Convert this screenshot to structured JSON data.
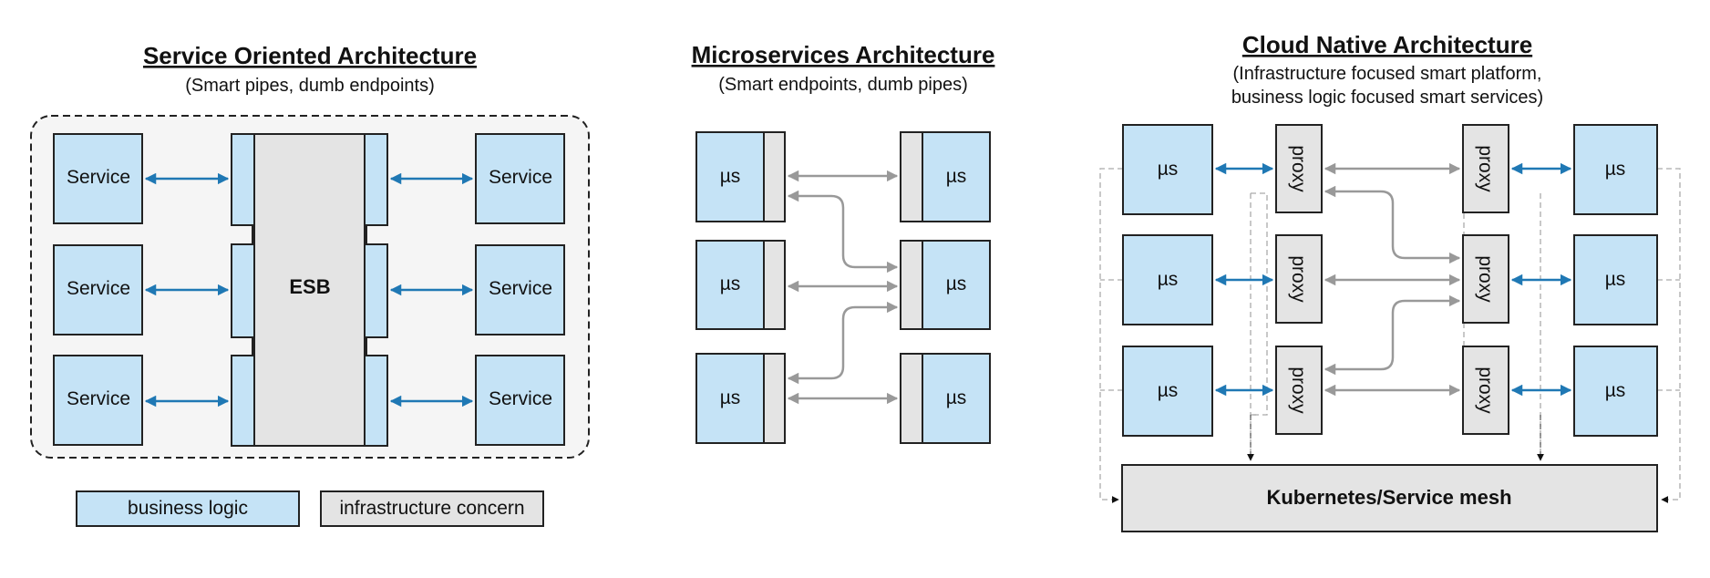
{
  "soa": {
    "title": "Service Oriented Architecture",
    "subtitle": "(Smart pipes, dumb endpoints)",
    "service_label": "Service",
    "esb_label": "ESB"
  },
  "micro": {
    "title": "Microservices Architecture",
    "subtitle": "(Smart endpoints, dumb pipes)",
    "node_label": "µs"
  },
  "cloud": {
    "title": "Cloud Native Architecture",
    "subtitle_line1": "(Infrastructure focused smart platform,",
    "subtitle_line2": "business logic focused smart services)",
    "node_label": "µs",
    "proxy_label": "proxy",
    "platform_label": "Kubernetes/Service mesh"
  },
  "legend": {
    "business": "business logic",
    "infra": "infrastructure concern"
  },
  "colors": {
    "business": "#c5e3f6",
    "infra": "#e4e4e4",
    "arrow_blue": "#1f78b4",
    "arrow_grey": "#999999"
  }
}
